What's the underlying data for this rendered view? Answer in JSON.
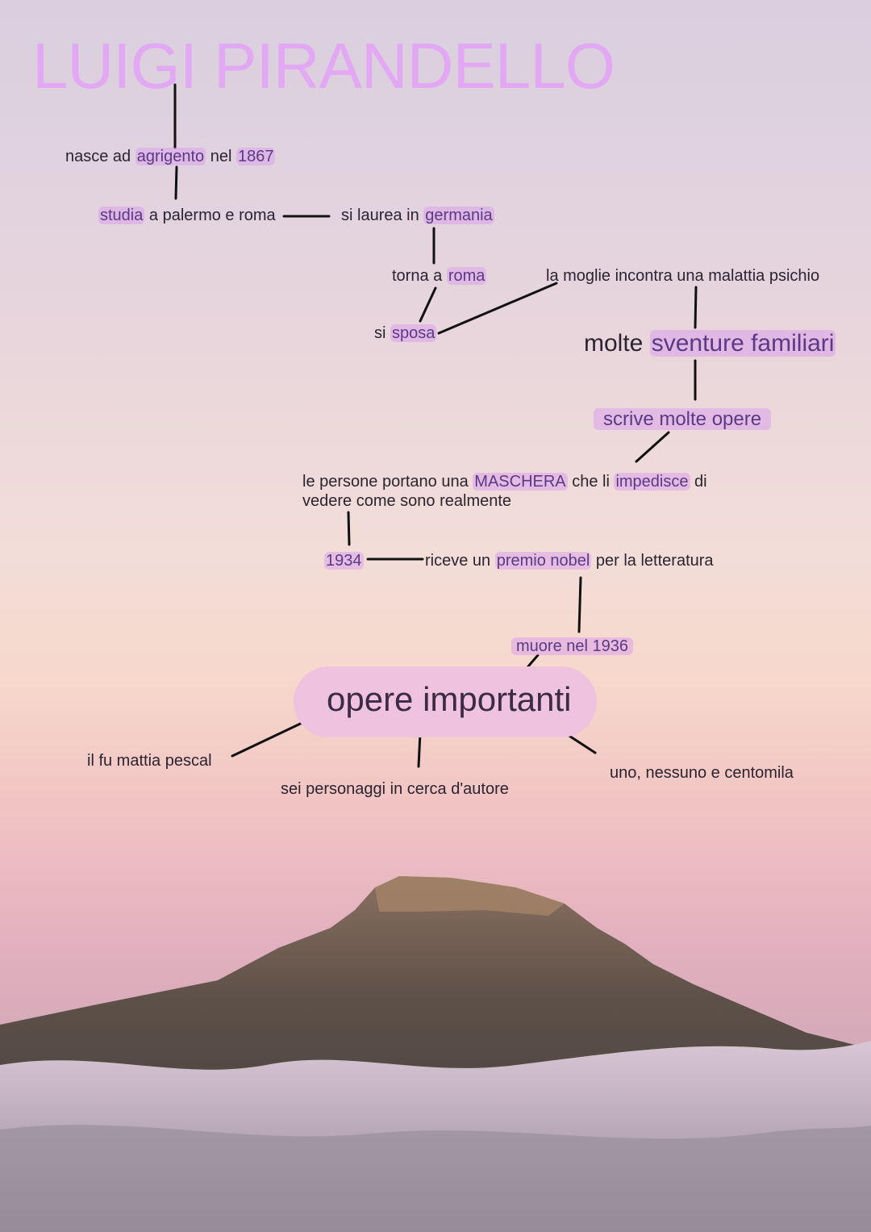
{
  "title": "LUIGI PIRANDELLO",
  "colors": {
    "title": "#e3a8f3",
    "highlight": "#dba0eb",
    "highlight_text": "#5a3a85",
    "hub": "#efc3df",
    "line": "#111111"
  },
  "nodes": {
    "born": {
      "t1": "nasce ad ",
      "h1": "agrigento",
      "t2": " nel ",
      "h2": "1867"
    },
    "studies": {
      "h1": "studia",
      "t1": " a palermo e roma"
    },
    "degree": {
      "t1": "si laurea in ",
      "h1": "germania"
    },
    "returns": {
      "t1": "torna a ",
      "h1": "roma"
    },
    "marries": {
      "t1": "si ",
      "h1": "sposa"
    },
    "wife": {
      "t1": "la moglie incontra una malattia psichio"
    },
    "misfortunes": {
      "t1": "molte ",
      "h1": "sventure familiari"
    },
    "writes": {
      "h1": "scrive molte opere"
    },
    "mask": {
      "t1": "le persone portano una ",
      "h1": "MASCHERA",
      "t2": " che li ",
      "h2": "impedisce",
      "t3": " di",
      "line2": "vedere come sono realmente"
    },
    "year1934": {
      "h1": "1934"
    },
    "nobel": {
      "t1": "riceve un ",
      "h1": "premio nobel",
      "t2": " per la letteratura"
    },
    "dies": {
      "h1": "muore nel 1936"
    },
    "works_hub": {
      "label": "opere importanti"
    },
    "work1": {
      "label": "il fu mattia pescal"
    },
    "work2": {
      "label": "sei personaggi in cerca d'autore"
    },
    "work3": {
      "label": "uno, nessuno e centomila"
    }
  }
}
